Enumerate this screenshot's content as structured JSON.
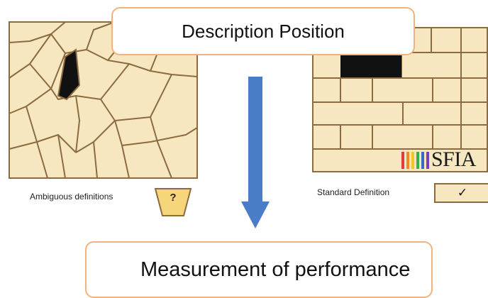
{
  "title_box": {
    "text": "Description Position"
  },
  "bottom_box": {
    "text": "Measurement of performance"
  },
  "left": {
    "caption": "Ambiguous definitions",
    "tag_symbol": "?"
  },
  "right": {
    "caption": "Standard Definition",
    "tag_symbol": "✓",
    "logo_text": "SFIA"
  },
  "colors": {
    "tile_fill": "#f6e7c1",
    "tile_stroke": "#8b6b3f",
    "arrow": "#4a7cc7",
    "box_border": "#f2b27e",
    "tag_fill": "#f7d57a",
    "logo_stripes": [
      "#e63a3a",
      "#f08a24",
      "#f4c623",
      "#3cae4a",
      "#3a67c8",
      "#7a3fb4"
    ]
  }
}
